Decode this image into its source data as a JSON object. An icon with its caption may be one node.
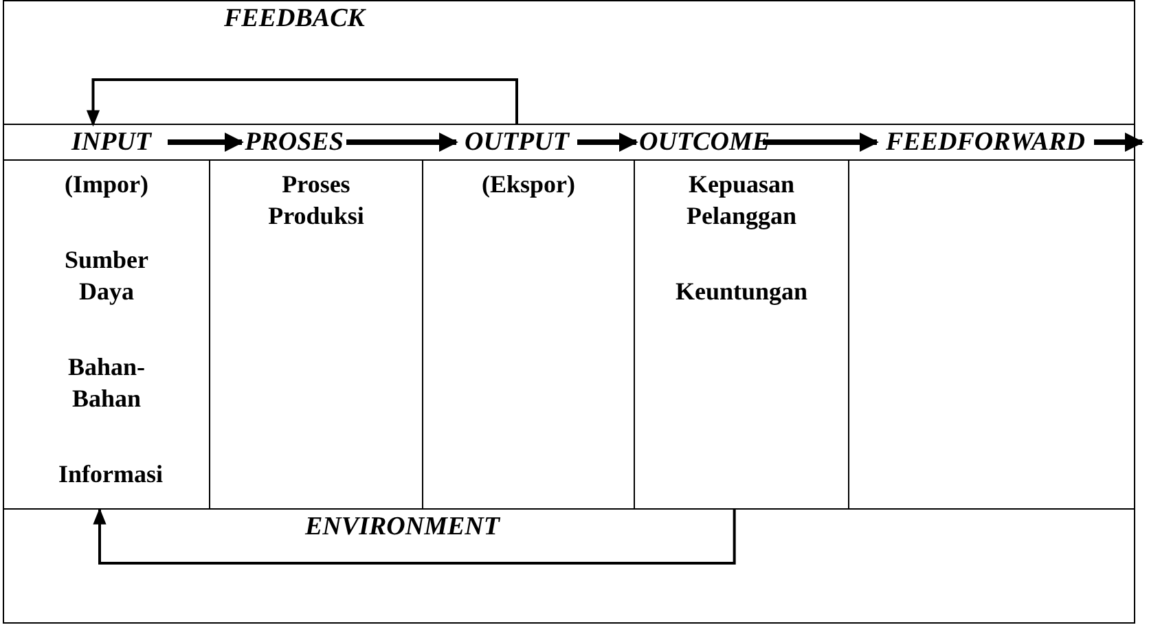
{
  "diagram": {
    "nodes": [
      {
        "text": [
          "INPUT"
        ]
      },
      {
        "text": [
          "PROSES"
        ]
      },
      {
        "text": [
          "OUTPUT"
        ]
      },
      {
        "text": [
          "OUTCOME"
        ]
      },
      {
        "text": [
          "FEEDFORWARD"
        ]
      },
      {
        "text": [
          "(Impor)",
          "Sumber Daya",
          "Bahan-Bahan",
          "Informasi"
        ]
      },
      {
        "text": [
          "Proses Produksi"
        ]
      },
      {
        "text": [
          "(Ekspor)"
        ]
      },
      {
        "text": [
          "Kepuasan Pelanggan",
          "Keuntungan"
        ]
      },
      {
        "text": [],
        "shape": "box"
      }
    ],
    "edges": [
      {
        "from": 0,
        "to": 1,
        "arrow": "to"
      },
      {
        "from": 1,
        "to": 2,
        "arrow": "to"
      },
      {
        "from": 2,
        "to": 3,
        "arrow": "to"
      },
      {
        "from": 3,
        "to": 4,
        "arrow": "to"
      },
      {
        "from": 4,
        "to": null,
        "arrow": "to"
      },
      {
        "from": 2,
        "to": 0,
        "arrow": "to",
        "label": "FEEDBACK"
      },
      {
        "from": 8,
        "to": 5,
        "arrow": "to",
        "label": "ENVIRONMENT"
      }
    ]
  }
}
